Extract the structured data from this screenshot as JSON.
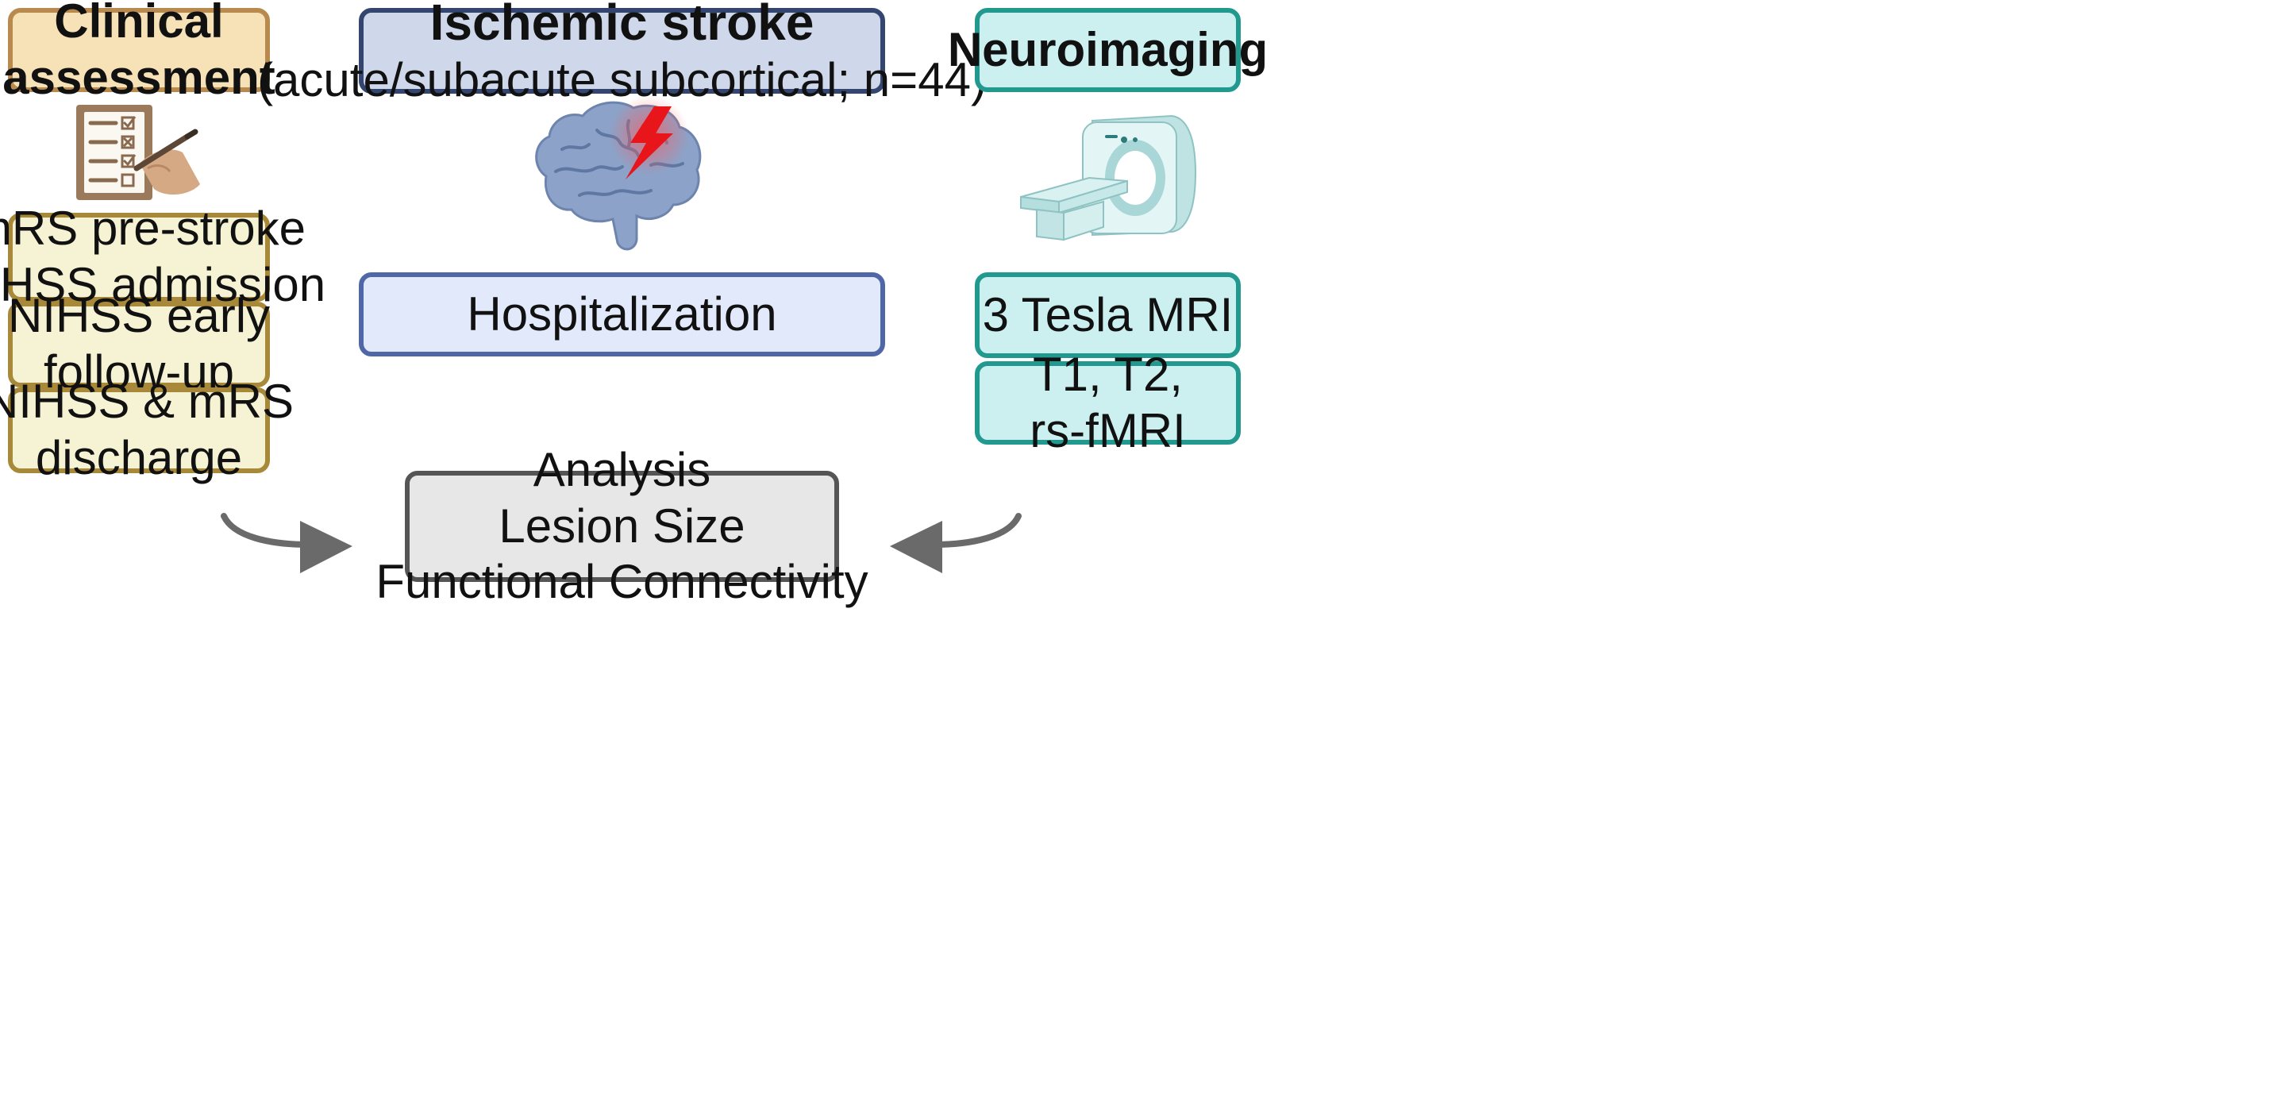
{
  "clinical": {
    "title_line1": "Clinical",
    "title_line2": "assessment",
    "items": [
      {
        "line1": "mRS pre-stroke",
        "line2": "NIHSS admission"
      },
      {
        "line1": "NIHSS early",
        "line2": "follow-up"
      },
      {
        "line1": "NIHSS & mRS",
        "line2": "discharge"
      }
    ]
  },
  "stroke": {
    "title": "Ischemic stroke",
    "subtitle": "(acute/subacute subcortical; n=44)",
    "hospitalization": "Hospitalization"
  },
  "neuro": {
    "title": "Neuroimaging",
    "mri": "3 Tesla MRI",
    "sequences_line1": "T1, T2,",
    "sequences_line2": "rs-fMRI"
  },
  "analysis": {
    "line1": "Analysis",
    "line2": "Lesion Size",
    "line3": "Functional Connectivity"
  },
  "icons": [
    "checklist-icon",
    "brain-icon",
    "lightning-icon",
    "mri-scanner-icon",
    "curved-arrow-icon"
  ],
  "colors": {
    "clinical_header": "#f7e2b8",
    "clinical_items": "#f6f2d4",
    "stroke_header": "#cfd8ea",
    "hospitalization": "#e1e9fa",
    "neuro": "#ccf0f0",
    "analysis": "#e7e7e7",
    "lightning": "#e8161b"
  }
}
